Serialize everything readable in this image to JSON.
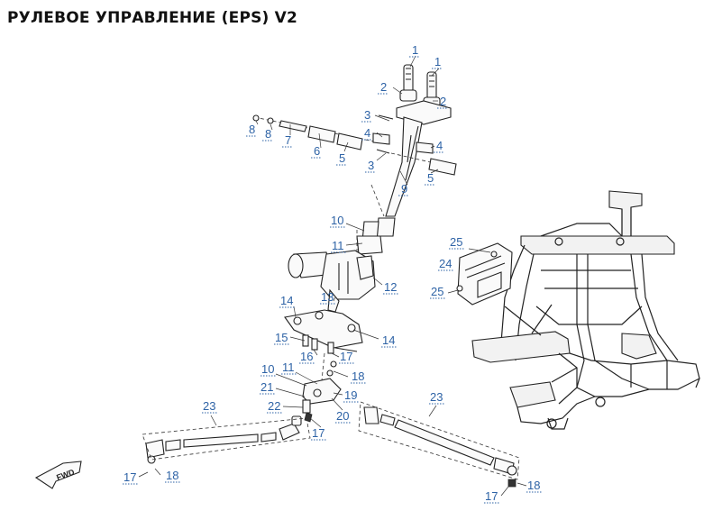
{
  "title": "РУЛЕВОЕ УПРАВЛЕНИЕ (EPS) V2",
  "fwd_label": "FWD",
  "callouts": [
    "1",
    "1",
    "2",
    "2",
    "3",
    "3",
    "4",
    "4",
    "5",
    "5",
    "6",
    "7",
    "8",
    "8",
    "9",
    "10",
    "10",
    "11",
    "11",
    "12",
    "13",
    "14",
    "14",
    "15",
    "16",
    "17",
    "17",
    "17",
    "17",
    "18",
    "18",
    "18",
    "19",
    "20",
    "21",
    "22",
    "23",
    "23",
    "24",
    "25",
    "25"
  ],
  "colors": {
    "callout": "#2e63a6",
    "line": "#222222"
  }
}
